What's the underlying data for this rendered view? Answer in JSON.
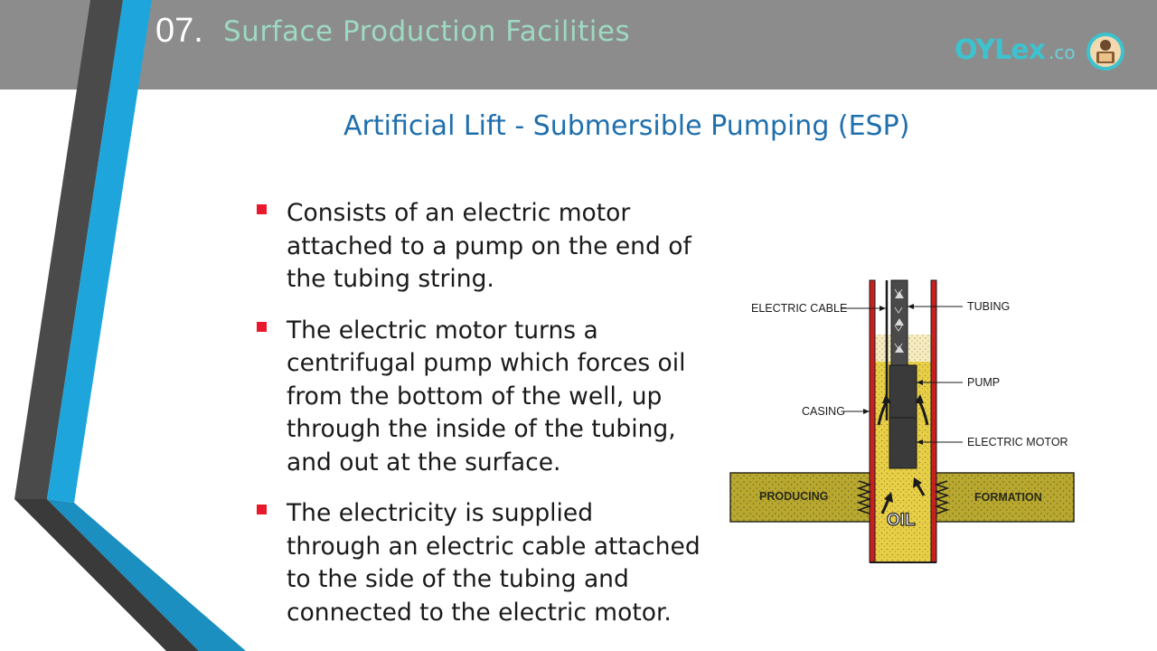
{
  "header": {
    "section_number": "07.",
    "section_title": "Surface Production Facilities"
  },
  "logo": {
    "text": "OYLex",
    "suffix": ".co"
  },
  "slide": {
    "title": "Artificial Lift - Submersible Pumping (ESP)",
    "bullets": [
      "Consists of an electric motor\nattached to a pump on the end of\nthe tubing string.",
      "The electric motor turns a\ncentrifugal pump which forces oil\nfrom the bottom of the well, up\nthrough the inside of the tubing,\nand out at the surface.",
      "The electricity is supplied\nthrough an electric cable attached\nto the side of the tubing and\nconnected to the electric motor."
    ]
  },
  "diagram": {
    "labels": {
      "electric_cable": "ELECTRIC CABLE",
      "tubing": "TUBING",
      "pump": "PUMP",
      "casing": "CASING",
      "electric_motor": "ELECTRIC MOTOR",
      "producing": "PRODUCING",
      "formation": "FORMATION",
      "oil": "OIL"
    }
  },
  "colors": {
    "header_bg": "#8c8c8c",
    "stripe_blue": "#1ea6dc",
    "stripe_dark": "#4a4a4a",
    "section_title": "#9ed9c2",
    "slide_title": "#1f6fad",
    "bullet_mark": "#e8192c",
    "logo": "#3cc3cf",
    "casing_red": "#c8201e",
    "oil_yellow": "#e8cf48",
    "formation": "#b8a830"
  }
}
